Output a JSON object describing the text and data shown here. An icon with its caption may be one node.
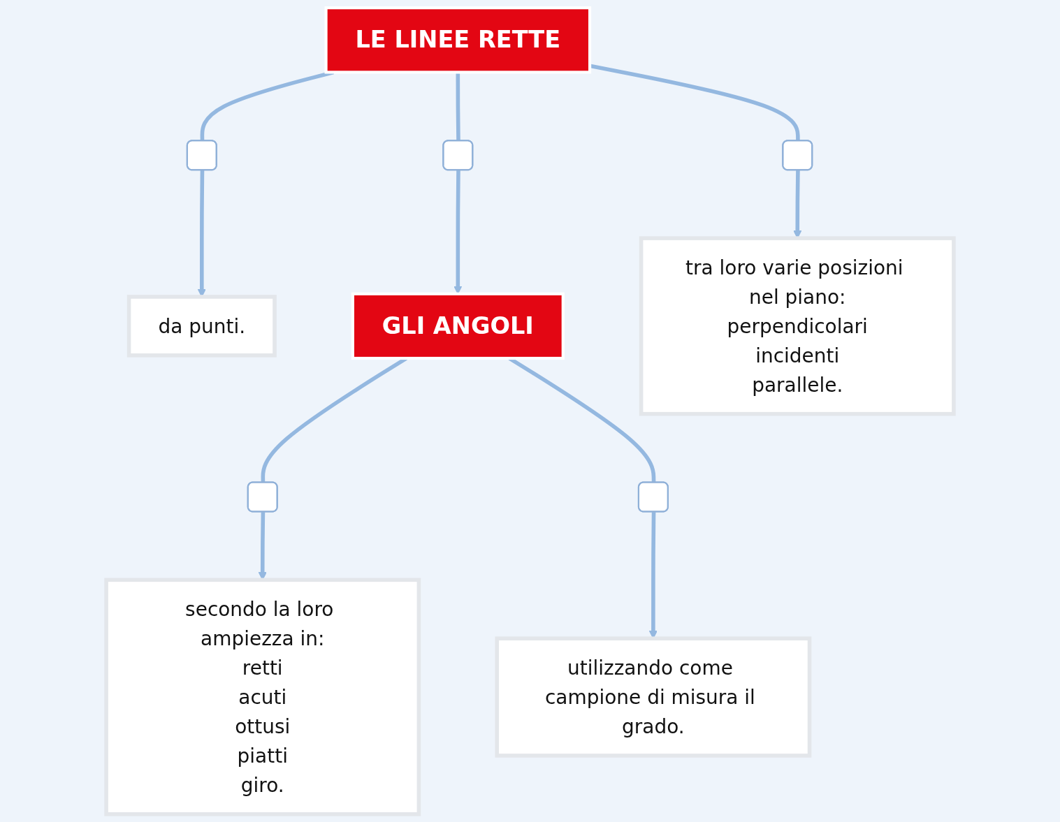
{
  "diagram": {
    "nodes": [
      {
        "text": [
          "LE LINEE RETTE"
        ]
      },
      {
        "text": [],
        "shape": "box"
      },
      {
        "text": [],
        "shape": "box"
      },
      {
        "text": [],
        "shape": "box"
      },
      {
        "text": [
          "da punti."
        ]
      },
      {
        "text": [
          "GLI ANGOLI"
        ]
      },
      {
        "text": [
          "tra loro varie posizioni nel piano:",
          "perpendicolari",
          "incidenti",
          "parallele."
        ]
      },
      {
        "text": [],
        "shape": "box"
      },
      {
        "text": [],
        "shape": "box"
      },
      {
        "text": [
          "secondo la loro ampiezza in:",
          "retti",
          "acuti",
          "ottusi",
          "piatti",
          "giro."
        ]
      },
      {
        "text": [
          "utilizzando come campione di misura il grado."
        ]
      }
    ],
    "edges": [
      {
        "from": 0,
        "to": 1,
        "arrow": "none"
      },
      {
        "from": 0,
        "to": 2,
        "arrow": "none"
      },
      {
        "from": 0,
        "to": 3,
        "arrow": "none"
      },
      {
        "from": 1,
        "to": 4,
        "arrow": "to"
      },
      {
        "from": 2,
        "to": 5,
        "arrow": "to"
      },
      {
        "from": 3,
        "to": 6,
        "arrow": "to"
      },
      {
        "from": 5,
        "to": 7,
        "arrow": "none"
      },
      {
        "from": 5,
        "to": 8,
        "arrow": "none"
      },
      {
        "from": 7,
        "to": 9,
        "arrow": "to"
      },
      {
        "from": 8,
        "to": 10,
        "arrow": "to"
      }
    ]
  }
}
